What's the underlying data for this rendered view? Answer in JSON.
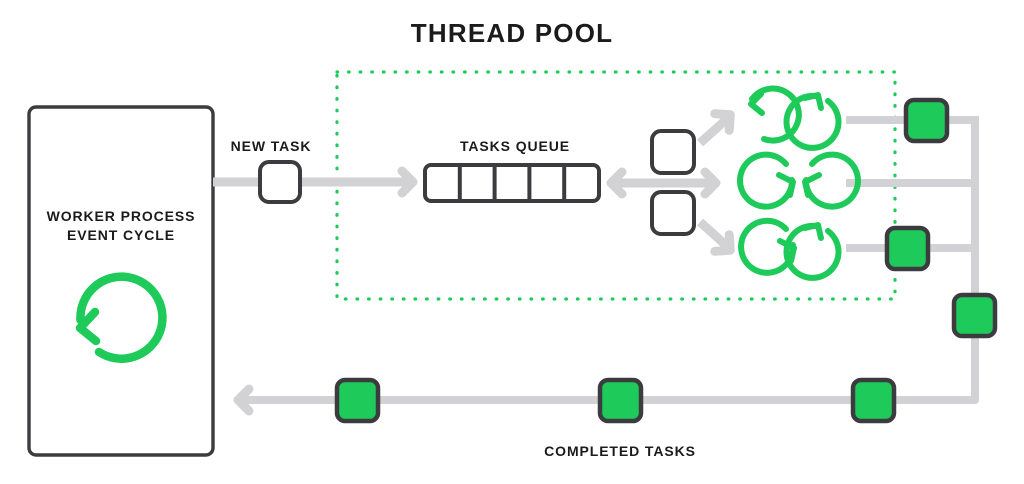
{
  "diagram": {
    "title": "THREAD POOL",
    "labels": {
      "new_task": "NEW TASK",
      "tasks_queue": "TASKS QUEUE",
      "completed_tasks": "COMPLETED TASKS",
      "worker_line1": "WORKER PROCESS",
      "worker_line2": "EVENT CYCLE"
    },
    "colors": {
      "green": "#1ecb5a",
      "outline": "#454549",
      "connector": "#d2d2d4",
      "text": "#1b1b1b",
      "background": "#ffffff"
    },
    "icons": {
      "worker_cycle": "refresh-cycle-icon",
      "thread_cycle": "thread-cycle-icon"
    },
    "structure": {
      "queue_cells": 5,
      "dispatch_boxes": 2,
      "thread_rows": 3,
      "threads_per_row": 2,
      "completed_squares": 6,
      "dotted_region": "thread-pool-boundary"
    }
  }
}
